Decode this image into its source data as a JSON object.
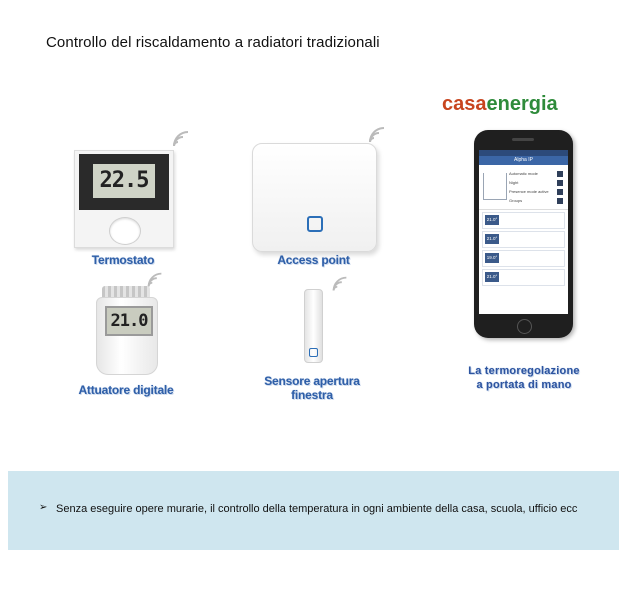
{
  "title": "Controllo del riscaldamento  a radiatori tradizionali",
  "devices": {
    "thermostat": {
      "display": "22.5",
      "label": "Termostato"
    },
    "access_point": {
      "label": "Access point"
    },
    "actuator": {
      "display": "21.0",
      "label": "Attuatore digitale"
    },
    "sensor": {
      "label_line1": "Sensore apertura",
      "label_line2": "finestra"
    }
  },
  "logo": {
    "part1": "casa",
    "part2": "energia"
  },
  "phone": {
    "header": "Alpha IP",
    "mode_rows": [
      "Automatic mode",
      "Night",
      "Presence mode active",
      "Groups"
    ],
    "rooms": [
      "21.0°",
      "21.0°",
      "19.0°",
      "21.0°"
    ],
    "label_line1": "La termoregolazione",
    "label_line2": "a portata di mano"
  },
  "info": {
    "bullet": "➢",
    "text": "Senza eseguire opere murarie, il controllo della temperatura in ogni ambiente della casa, scuola, ufficio ecc"
  },
  "colors": {
    "label_blue": "#2f5fa8",
    "info_bg": "#cfe6ef"
  }
}
